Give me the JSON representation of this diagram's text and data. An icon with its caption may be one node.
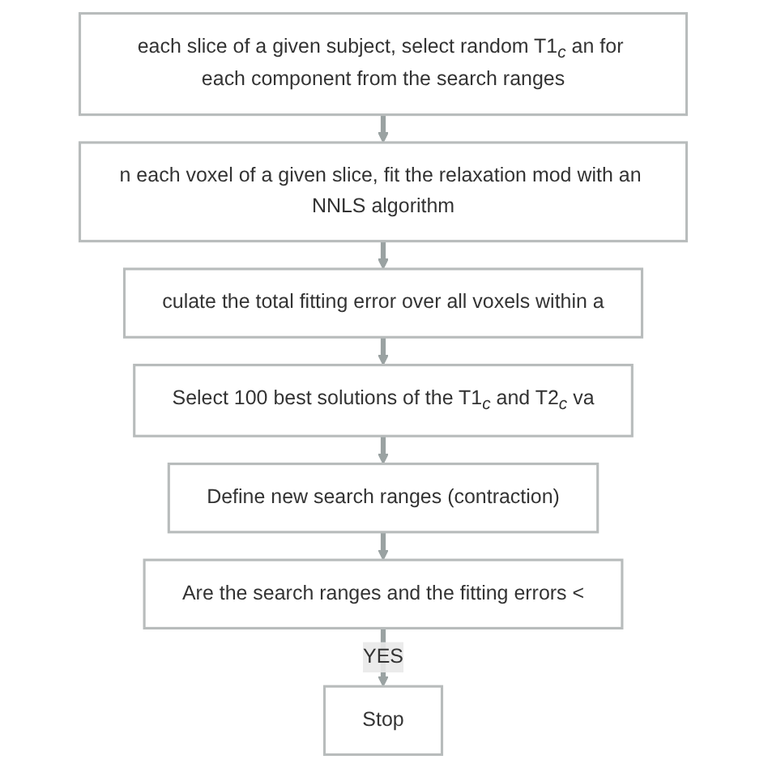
{
  "diagram": {
    "nodes": [
      {
        "text": [
          "each slice of a given subject, select random T1$_{c}$ an for each component from the search ranges"
        ]
      },
      {
        "text": [
          "n each voxel of a given slice, fit the relaxation mod with an NNLS algorithm"
        ]
      },
      {
        "text": [
          "culate the total fitting error over all voxels within a"
        ]
      },
      {
        "text": [
          "Select 100 best solutions of the T1$_{c}$ and T2$_{c}$ va"
        ]
      },
      {
        "text": [
          "Define new search ranges (contraction)"
        ]
      },
      {
        "text": [
          "Are the search ranges and the fitting errors <"
        ]
      },
      {
        "text": [
          "Stop"
        ]
      }
    ],
    "edges": [
      {
        "from": 0,
        "to": 1,
        "arrow": "to"
      },
      {
        "from": 1,
        "to": 2,
        "arrow": "to"
      },
      {
        "from": 2,
        "to": 3,
        "arrow": "to"
      },
      {
        "from": 3,
        "to": 4,
        "arrow": "to"
      },
      {
        "from": 4,
        "to": 5,
        "arrow": "to"
      },
      {
        "from": 5,
        "to": 6,
        "arrow": "to",
        "label": "YES"
      }
    ]
  }
}
